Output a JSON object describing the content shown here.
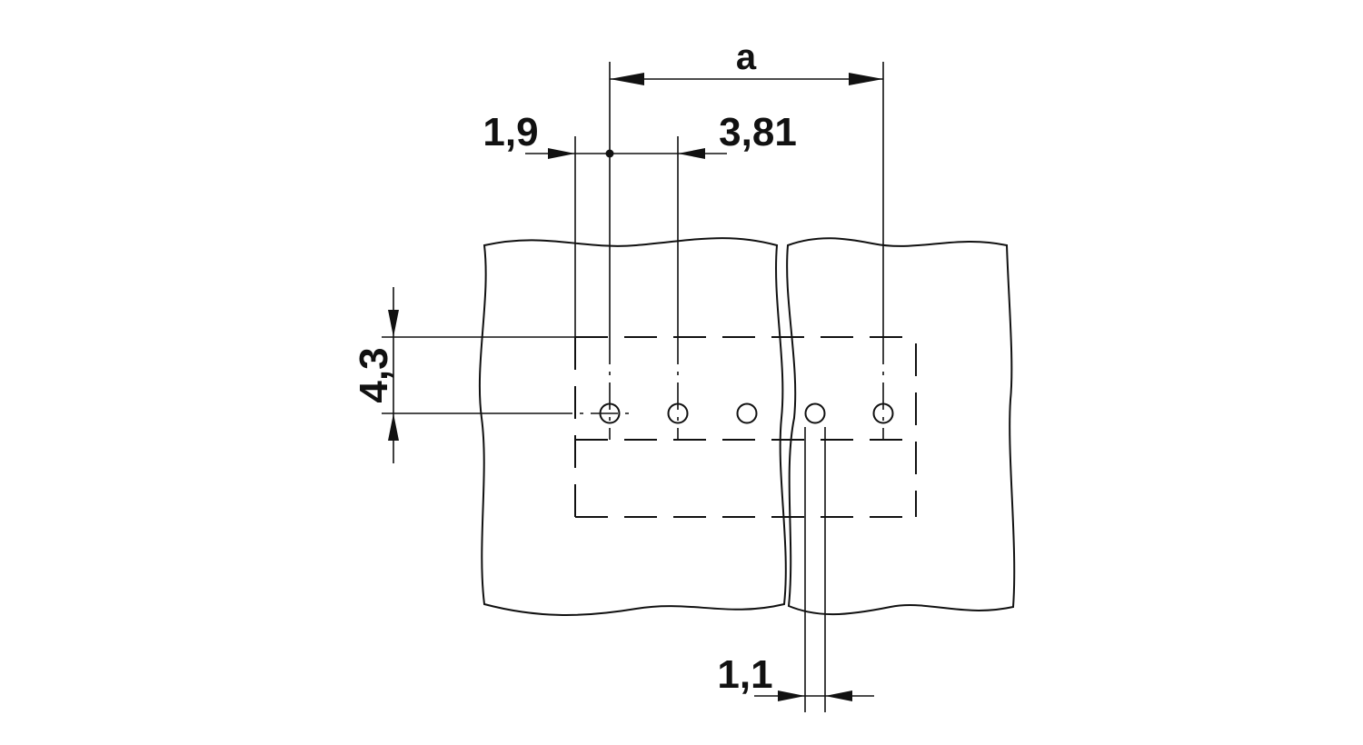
{
  "dimensions": {
    "pitch_total": "a",
    "offset": "1,9",
    "pitch": "3,81",
    "row_offset": "4,3",
    "hole_diameter": "1,1"
  },
  "colors": {
    "ink": "#111111",
    "background": "#ffffff"
  }
}
